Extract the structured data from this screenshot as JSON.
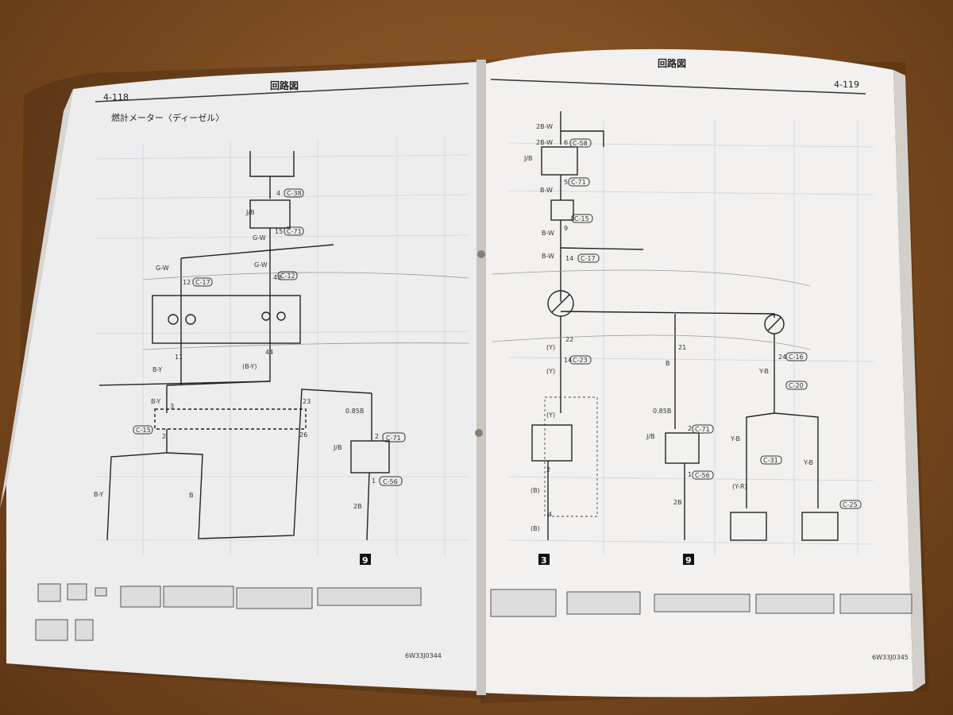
{
  "left_page": {
    "page_number": "4-118",
    "header": "回路図",
    "section_title": "燃計メーター〈ディーゼル〉",
    "footer_code": "6W33J0344",
    "labels": {
      "jb": "J/B",
      "gw": "G-W",
      "by": "B-Y",
      "by_paren": "(B-Y)",
      "wire_085b": "0.85B",
      "wire_2b": "2B",
      "wire_b": "B",
      "by_out": "B-Y",
      "pin12": "12",
      "pin11": "11",
      "pin44": "44",
      "pin43": "43",
      "pin4": "4",
      "pin15": "15",
      "pin3": "3",
      "pin2": "2",
      "pin23": "23",
      "pin26": "26",
      "pin1": "1",
      "ground": "9"
    },
    "connectors": [
      "C-17",
      "C-12",
      "C-38",
      "C-71",
      "C-15",
      "C-56"
    ]
  },
  "right_page": {
    "page_number": "4-119",
    "header": "回路図",
    "footer_code": "6W33J0345",
    "labels": {
      "jb": "J/B",
      "bw": "B-W",
      "bw_2": "2B-W",
      "y": "(Y)",
      "b": "(B)",
      "yb": "Y-B",
      "yr": "(Y-R)",
      "wire_b": "B",
      "wire_085b": "0.85B",
      "wire_2b": "2B",
      "pin22": "22",
      "pin21": "21",
      "pin24": "24",
      "pin14": "14",
      "pin6": "6",
      "pin5": "5",
      "pin9": "9",
      "pin1": "1",
      "pin2": "2",
      "pin4": "4",
      "ground_a": "3",
      "ground_b": "9"
    },
    "connectors": [
      "C-58",
      "C-71",
      "C-15",
      "C-17",
      "C-23",
      "C-16",
      "C-20",
      "C-56",
      "C-31",
      "C-25"
    ]
  }
}
